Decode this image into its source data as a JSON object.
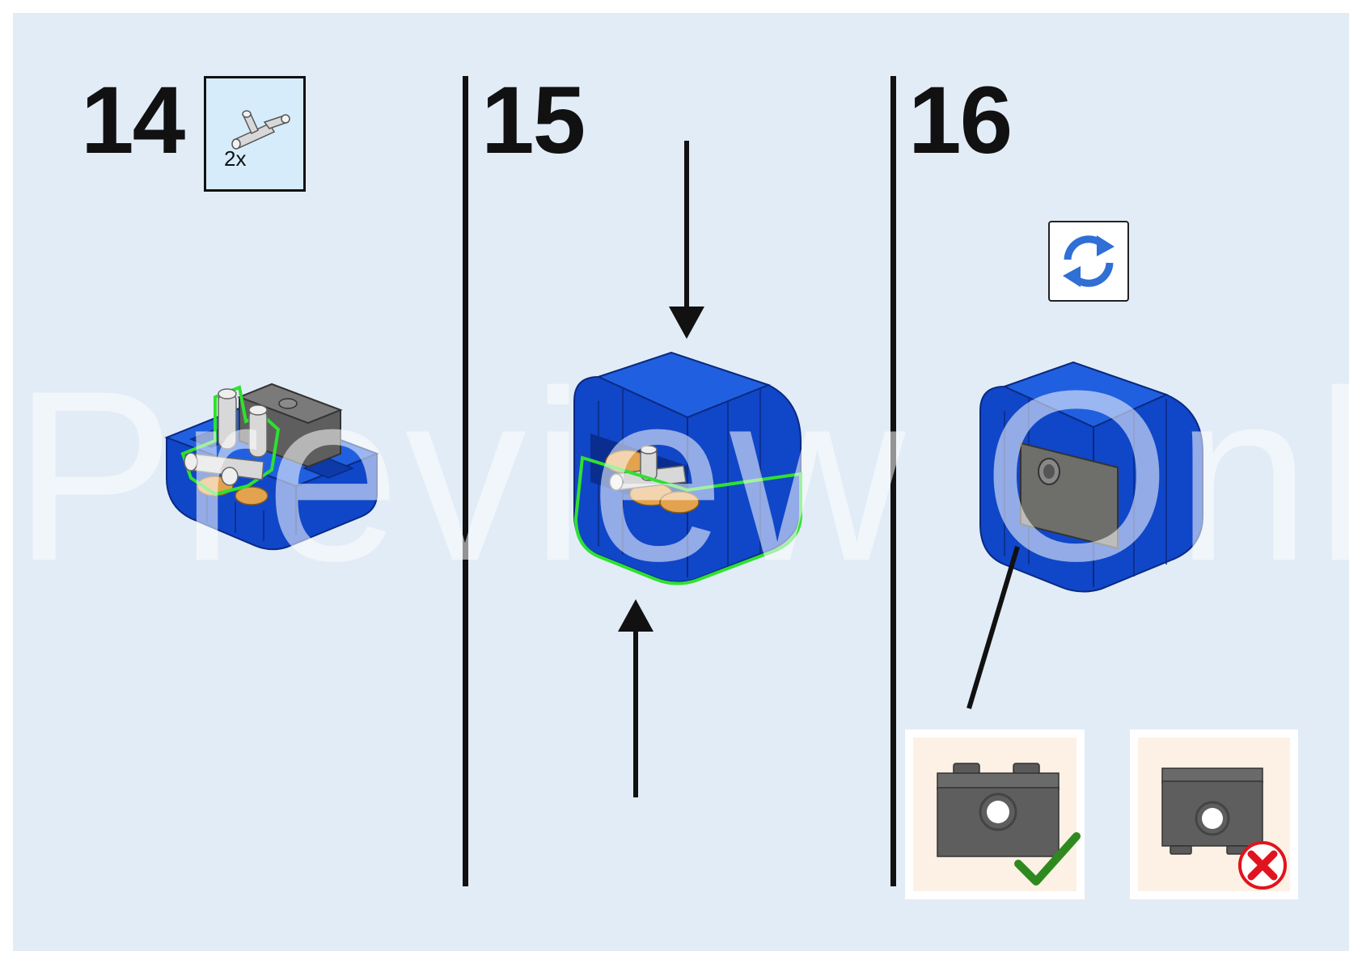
{
  "steps": [
    {
      "number": "14",
      "parts": {
        "quantity": "2x",
        "part_icon": "t-connector-pin-icon"
      }
    },
    {
      "number": "15"
    },
    {
      "number": "16",
      "rotate_icon": "rotate-model-icon",
      "callouts": [
        {
          "status": "correct",
          "status_icon": "green-checkmark-icon"
        },
        {
          "status": "incorrect",
          "status_icon": "red-x-icon"
        }
      ]
    }
  ],
  "watermark": "Preview Only",
  "colors": {
    "background": "#e2ecf7",
    "brick_blue": "#1046c8",
    "highlight_green": "#2fe12f",
    "dark_gray": "#5e5e5e",
    "tan": "#e3a24e",
    "callout_bg": "#fdf0e4"
  }
}
